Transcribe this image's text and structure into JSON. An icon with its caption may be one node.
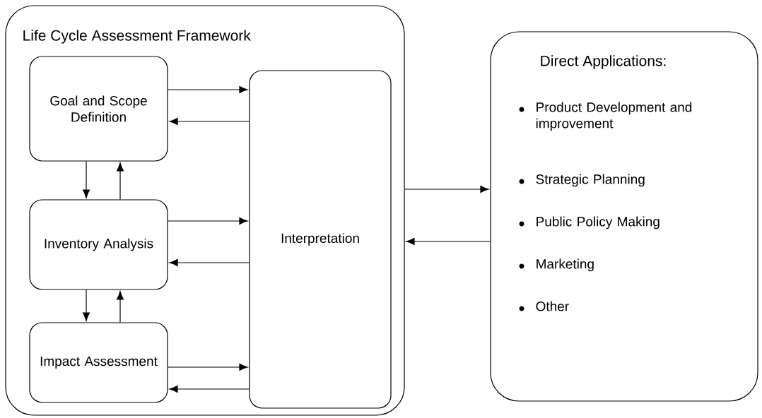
{
  "diagram": {
    "nodes": [
      {
        "text": [
          "Life Cycle Assessment Framework"
        ]
      },
      {
        "text": [
          "Goal and Scope Definition"
        ],
        "in": 0
      },
      {
        "text": [
          "Inventory Analysis"
        ],
        "in": 0
      },
      {
        "text": [
          "Impact Assessment"
        ],
        "in": 0
      },
      {
        "text": [
          "Interpretation"
        ],
        "in": 0
      },
      {
        "text": [
          "Direct Applications:",
          "Product Development and improvement",
          "Strategic Planning",
          "Public Policy Making",
          "Marketing",
          "Other"
        ]
      }
    ],
    "edges": [
      {
        "from": 1,
        "to": 4,
        "arrow": "to"
      },
      {
        "from": 4,
        "to": 1,
        "arrow": "to"
      },
      {
        "from": 1,
        "to": 2,
        "arrow": "to"
      },
      {
        "from": 2,
        "to": 1,
        "arrow": "to"
      },
      {
        "from": 2,
        "to": 4,
        "arrow": "to"
      },
      {
        "from": 4,
        "to": 2,
        "arrow": "to"
      },
      {
        "from": 2,
        "to": 3,
        "arrow": "to"
      },
      {
        "from": 3,
        "to": 2,
        "arrow": "to"
      },
      {
        "from": 3,
        "to": 4,
        "arrow": "to"
      },
      {
        "from": 4,
        "to": 3,
        "arrow": "to"
      },
      {
        "from": 0,
        "to": 5,
        "arrow": "to"
      },
      {
        "from": 5,
        "to": 0,
        "arrow": "to"
      }
    ]
  }
}
